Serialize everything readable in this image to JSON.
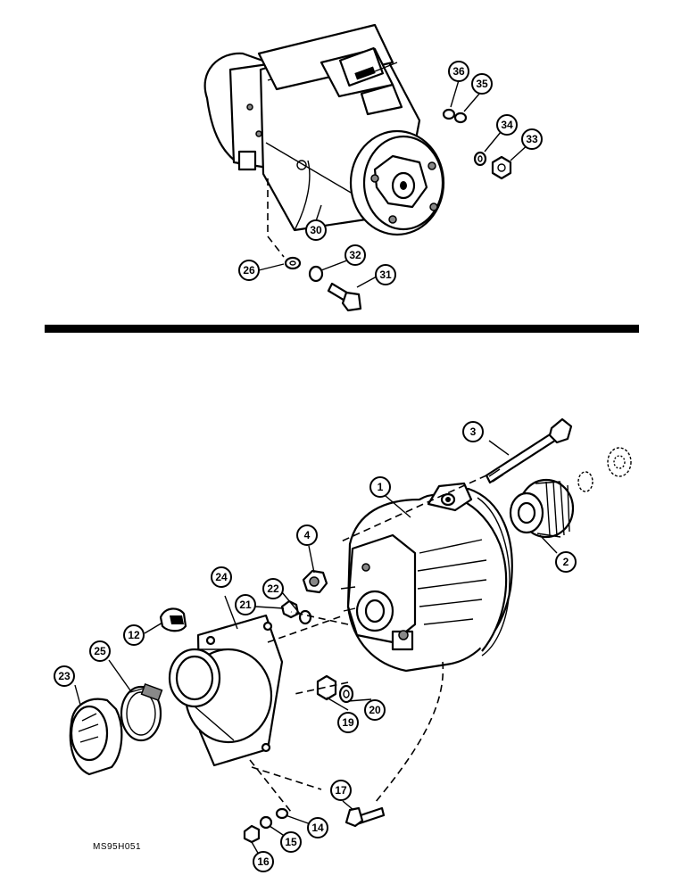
{
  "figure_code": "MS95H051",
  "callouts": {
    "c1": "1",
    "c2": "2",
    "c3": "3",
    "c4": "4",
    "c12": "12",
    "c14": "14",
    "c15": "15",
    "c16": "16",
    "c17": "17",
    "c19": "19",
    "c20": "20",
    "c21": "21",
    "c22": "22",
    "c23": "23",
    "c24": "24",
    "c25": "25",
    "c26": "26",
    "c30": "30",
    "c31": "31",
    "c32": "32",
    "c33": "33",
    "c34": "34",
    "c35": "35",
    "c36": "36"
  }
}
